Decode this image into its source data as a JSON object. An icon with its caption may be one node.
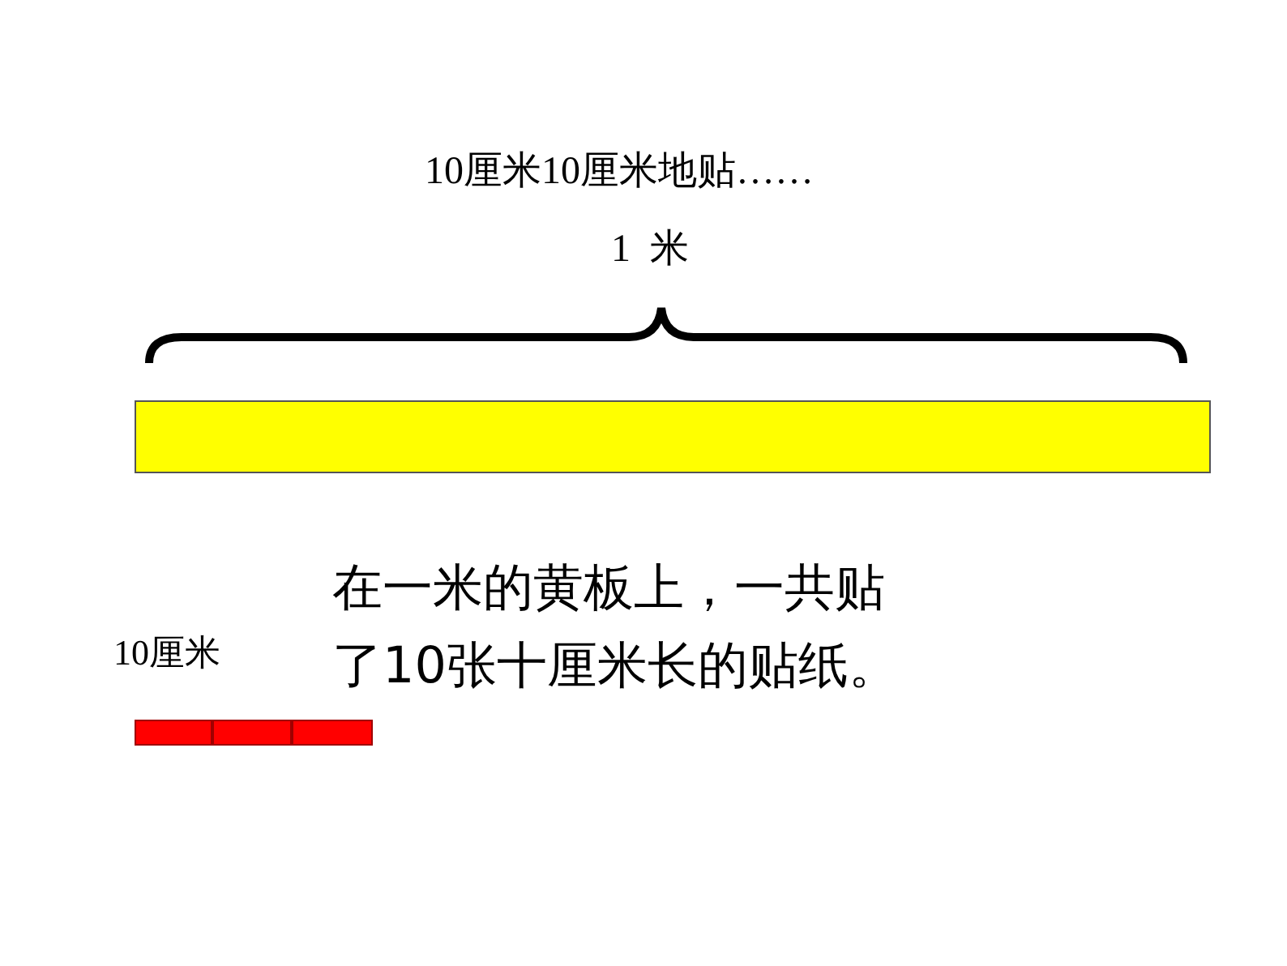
{
  "diagram": {
    "nodes": [
      {
        "text": [],
        "shape": "bar"
      },
      {
        "text": [],
        "shape": "bar"
      },
      {
        "text": [],
        "shape": "bar"
      },
      {
        "text": [],
        "shape": "bar"
      }
    ],
    "labels": [
      "10厘米10厘米地贴……",
      "1  米",
      "在一米的黄板上，一共贴了10张十厘米长的贴纸。",
      "10厘米"
    ]
  }
}
